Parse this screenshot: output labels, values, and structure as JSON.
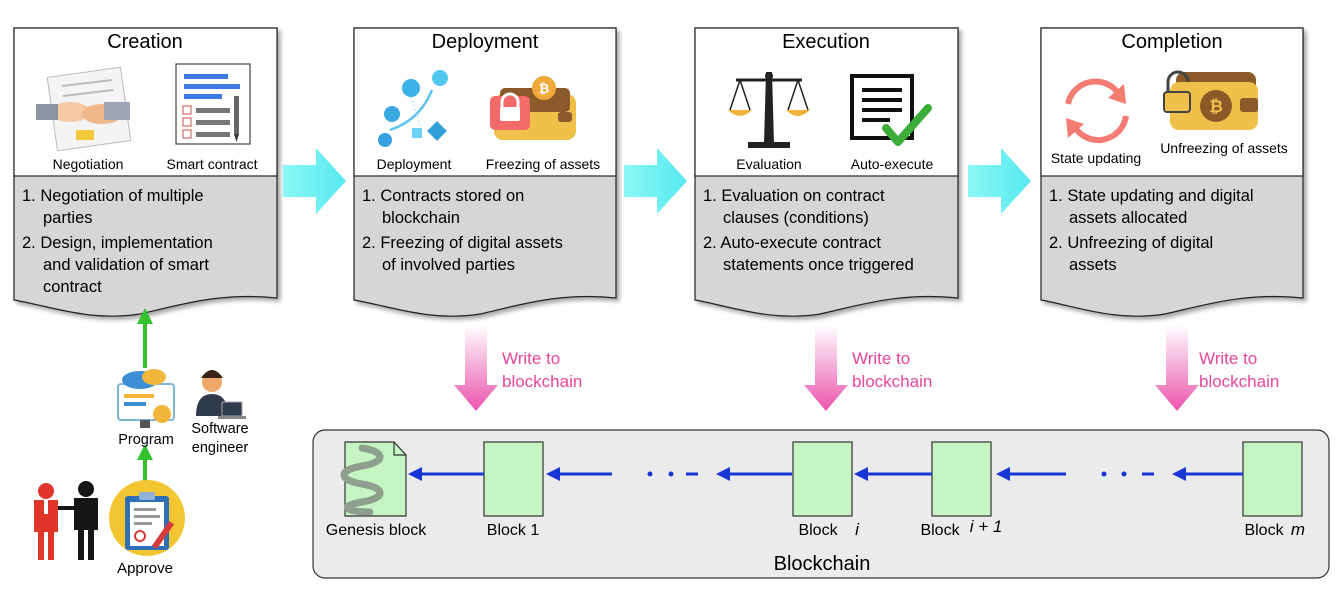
{
  "stages": [
    {
      "title": "Creation",
      "icons": [
        {
          "label": "Negotiation",
          "icon": "handshake-icon"
        },
        {
          "label": "Smart contract",
          "icon": "document-icon"
        }
      ],
      "items": [
        "1. Negotiation of multiple",
        "parties",
        "2. Design, implementation",
        "and validation of smart",
        "contract"
      ]
    },
    {
      "title": "Deployment",
      "icons": [
        {
          "label": "Deployment",
          "icon": "network-nodes-icon"
        },
        {
          "label": "Freezing of assets",
          "icon": "locked-wallet-icon"
        }
      ],
      "items": [
        "1. Contracts stored on",
        "blockchain",
        "2. Freezing of digital assets",
        "of involved parties"
      ]
    },
    {
      "title": "Execution",
      "icons": [
        {
          "label": "Evaluation",
          "icon": "scales-icon"
        },
        {
          "label": "Auto-execute",
          "icon": "checklist-icon"
        }
      ],
      "items": [
        "1. Evaluation on contract",
        "clauses (conditions)",
        "2. Auto-execute contract",
        "statements once triggered"
      ]
    },
    {
      "title": "Completion",
      "icons": [
        {
          "label": "State updating",
          "icon": "refresh-icon"
        },
        {
          "label": "Unfreezing of assets",
          "icon": "unlocked-wallet-icon"
        }
      ],
      "items": [
        "1. State updating and digital",
        "assets allocated",
        "2. Unfreezing of digital",
        "assets"
      ]
    }
  ],
  "write_label": [
    "Write to",
    "blockchain"
  ],
  "people": {
    "program": "Program",
    "software_engineer": [
      "Software",
      "engineer"
    ],
    "approve": "Approve"
  },
  "blockchain": {
    "title": "Blockchain",
    "blocks": [
      {
        "label": "Genesis block",
        "sub": ""
      },
      {
        "label": "Block 1",
        "sub": ""
      },
      {
        "label": "Block",
        "sub": "i"
      },
      {
        "label": "Block",
        "sub": "i + 1"
      },
      {
        "label": "Block",
        "sub": "m"
      }
    ]
  },
  "colors": {
    "stage_arrow": "#6ef4f4",
    "write_arrow": "#ef5fb3",
    "write_text": "#e8459e",
    "chain_arrow": "#1637d6",
    "block_fill": "#c5f5c3",
    "panel_fill": "#ebebeb",
    "green_arrow": "#35c12e",
    "items_fill": "#d6d6d6"
  }
}
